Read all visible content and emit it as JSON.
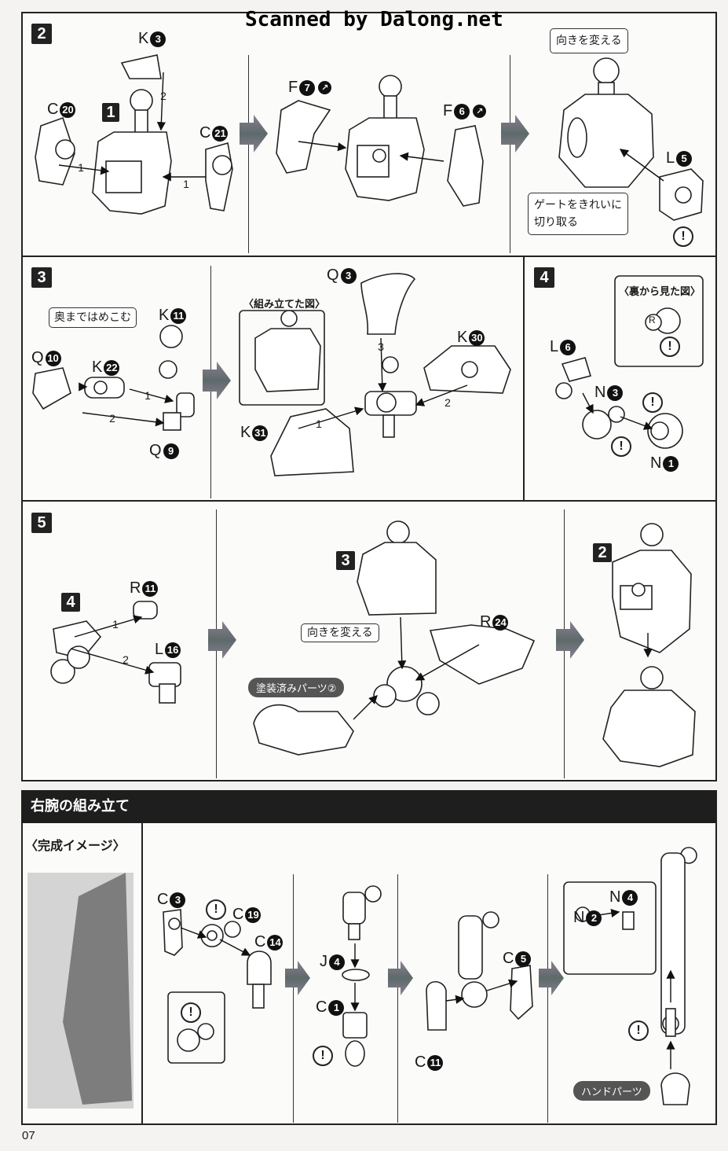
{
  "watermark": "Scanned by Dalong.net",
  "step2": {
    "step": "2",
    "sub_box": "1",
    "parts": [
      {
        "letter": "K",
        "num": "3"
      },
      {
        "letter": "C",
        "num": "20"
      },
      {
        "letter": "C",
        "num": "21"
      },
      {
        "letter": "F",
        "num": "7",
        "gate": "↗"
      },
      {
        "letter": "F",
        "num": "6",
        "gate": "↗"
      },
      {
        "letter": "L",
        "num": "5"
      }
    ],
    "order": [
      "1",
      "2",
      "1"
    ],
    "callout_rotate": "向きを変える",
    "callout_gate_line1": "ゲートをきれいに",
    "callout_gate_line2": "切り取る",
    "warning": "!"
  },
  "step3": {
    "step": "3",
    "callout_push": "奥まではめこむ",
    "assembled_label": "〈組み立てた図〉",
    "parts": [
      {
        "letter": "K",
        "num": "11"
      },
      {
        "letter": "Q",
        "num": "10"
      },
      {
        "letter": "K",
        "num": "22"
      },
      {
        "letter": "Q",
        "num": "9"
      },
      {
        "letter": "Q",
        "num": "3"
      },
      {
        "letter": "K",
        "num": "30"
      },
      {
        "letter": "K",
        "num": "31"
      }
    ],
    "order": [
      "1",
      "2",
      "3",
      "2",
      "1"
    ]
  },
  "step4": {
    "step": "4",
    "back_view_label": "〈裏から見た図〉",
    "parts": [
      {
        "letter": "L",
        "num": "6"
      },
      {
        "letter": "N",
        "num": "3"
      },
      {
        "letter": "N",
        "num": "1"
      }
    ],
    "marker": "R",
    "warning": "!"
  },
  "step5": {
    "step": "5",
    "sub_boxes": [
      "4",
      "3",
      "2"
    ],
    "parts": [
      {
        "letter": "R",
        "num": "11"
      },
      {
        "letter": "L",
        "num": "16"
      },
      {
        "letter": "R",
        "num": "24"
      }
    ],
    "order": [
      "1",
      "2"
    ],
    "callout_rotate": "向きを変える",
    "painted_parts": "塗装済みパーツ②"
  },
  "right_arm": {
    "title": "右腕の組み立て",
    "finished_image_label": "〈完成イメージ〉",
    "parts": [
      {
        "letter": "C",
        "num": "3"
      },
      {
        "letter": "C",
        "num": "19"
      },
      {
        "letter": "C",
        "num": "14"
      },
      {
        "letter": "J",
        "num": "4"
      },
      {
        "letter": "C",
        "num": "1"
      },
      {
        "letter": "C",
        "num": "5"
      },
      {
        "letter": "C",
        "num": "11"
      },
      {
        "letter": "N",
        "num": "4"
      },
      {
        "letter": "N",
        "num": "2"
      }
    ],
    "hand_parts": "ハンドパーツ",
    "warning": "!"
  },
  "page_number": "07",
  "colors": {
    "ink": "#1a1a1a",
    "paper": "#fbfbfa",
    "header": "#1e1e1e",
    "arrow": "#6b6b7a"
  }
}
